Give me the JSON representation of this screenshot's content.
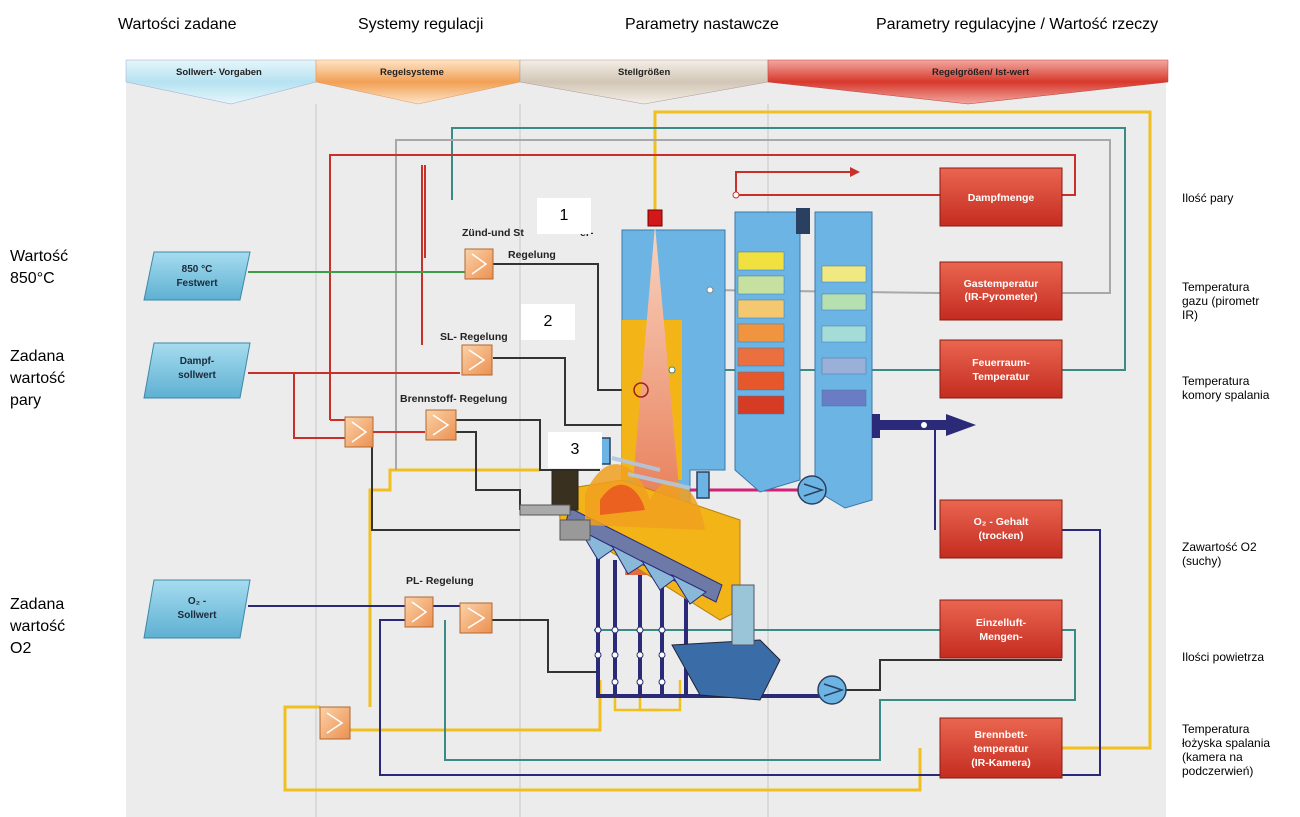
{
  "header_pl": [
    "Wartości zadane",
    "Systemy regulacji",
    "Parametry nastawcze",
    "Parametry regulacyjne / Wartość rzeczy"
  ],
  "header_de": [
    "Sollwert- Vorgaben",
    "Regelsysteme",
    "Stellgrößen",
    "Regelgrößen/ Ist-wert"
  ],
  "left_labels": {
    "l1": [
      "Wartość",
      "850°C"
    ],
    "l2": [
      "Zadana",
      "wartość",
      "pary"
    ],
    "l3": [
      "Zadana",
      "wartość",
      "O2"
    ]
  },
  "setpoints": {
    "s1": [
      "850 °C",
      "Festwert"
    ],
    "s2": [
      "Dampf-",
      "sollwert"
    ],
    "s3": [
      "O₂ -",
      "Sollwert"
    ]
  },
  "control_labels": {
    "zund": [
      "Zünd-und St",
      "er-",
      "Regelung"
    ],
    "sl": "SL- Regelung",
    "brennstoff": "Brennstoff- Regelung",
    "pl": "PL- Regelung"
  },
  "number_labels": [
    "1",
    "2",
    "3"
  ],
  "measured": {
    "m1": [
      "Dampfmenge"
    ],
    "m2": [
      "Gastemperatur",
      "(IR-Pyrometer)"
    ],
    "m3": [
      "Feuerraum-",
      "Temperatur"
    ],
    "m4": [
      "O₂ - Gehalt",
      "(trocken)"
    ],
    "m5": [
      "Einzelluft-",
      "Mengen-"
    ],
    "m6": [
      "Brennbett-",
      "temperatur",
      "(IR-Kamera)"
    ]
  },
  "right_labels": {
    "r1": [
      "Ilość pary"
    ],
    "r2": [
      "Temperatura",
      "gazu (pirometr",
      "IR)"
    ],
    "r3": [
      "Temperatura",
      "komory spalania"
    ],
    "r4": [
      "Zawartość O2",
      "(suchy)"
    ],
    "r5": [
      "Ilości powietrza"
    ],
    "r6": [
      "Temperatura",
      "łożyska spalania",
      "(kamera na",
      "podczerwień)"
    ]
  },
  "colors": {
    "red": "#c8302a",
    "yellow": "#f0c020",
    "navy": "#2a2a78",
    "teal": "#3a8a86",
    "green": "#3aa048",
    "grey": "#a8a8a8",
    "dark": "#333333",
    "boiler_blue": "#6cb4e4",
    "setpoint_blue": "#7ec6e0",
    "measure_red": "#d84030",
    "controller_orange": "#f2a66a"
  }
}
